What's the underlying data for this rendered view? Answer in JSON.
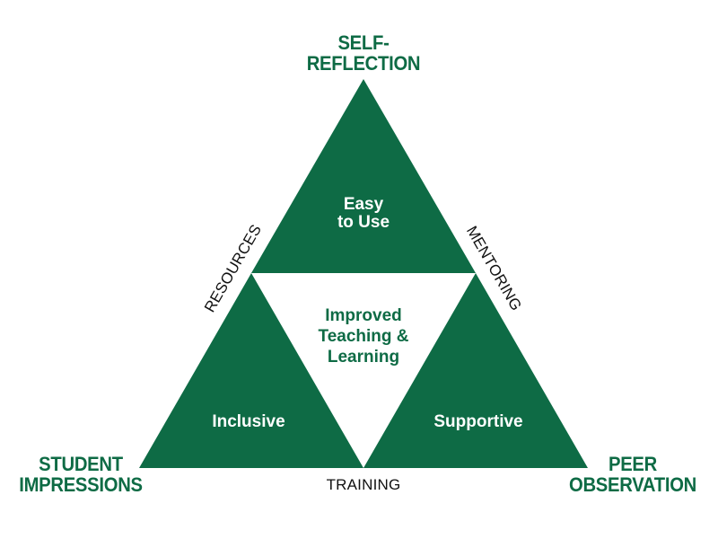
{
  "colors": {
    "primary_green": "#0e6b45",
    "background": "#ffffff",
    "edge_text": "#111111"
  },
  "corners": {
    "top": {
      "line1": "SELF-",
      "line2": "REFLECTION"
    },
    "bottom_left": {
      "line1": "STUDENT",
      "line2": "IMPRESSIONS"
    },
    "bottom_right": {
      "line1": "PEER",
      "line2": "OBSERVATION"
    }
  },
  "triangles": {
    "top": {
      "line1": "Easy",
      "line2": "to Use"
    },
    "bottom_left": {
      "label": "Inclusive"
    },
    "bottom_right": {
      "label": "Supportive"
    },
    "center": {
      "line1": "Improved",
      "line2": "Teaching &",
      "line3": "Learning"
    }
  },
  "edges": {
    "left": "RESOURCES",
    "right": "MENTORING",
    "bottom": "TRAINING"
  }
}
